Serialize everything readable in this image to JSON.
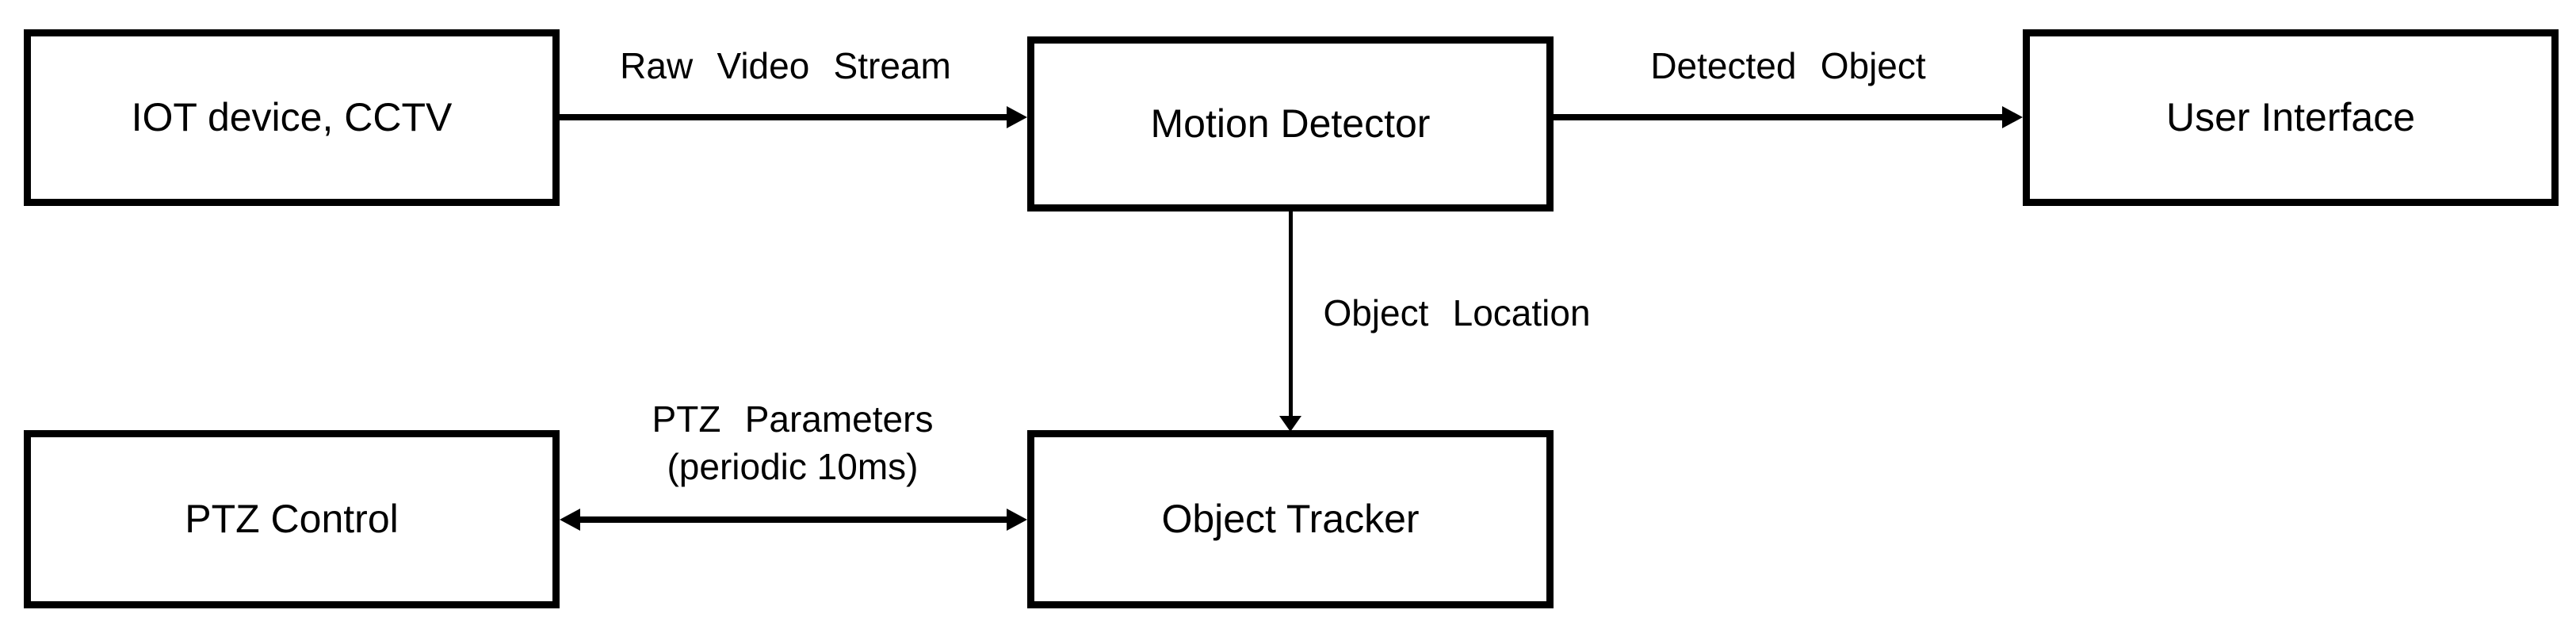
{
  "diagram": {
    "colors": {
      "background": "#ffffff",
      "stroke": "#000000",
      "text": "#000000"
    },
    "nodes": {
      "iot_device": {
        "label": "IOT device, CCTV"
      },
      "motion_detector": {
        "label": "Motion Detector"
      },
      "user_interface": {
        "label": "User Interface"
      },
      "ptz_control": {
        "label": "PTZ Control"
      },
      "object_tracker": {
        "label": "Object Tracker"
      }
    },
    "edges": {
      "raw_video_stream": {
        "label": "Raw Video Stream",
        "from": "iot_device",
        "to": "motion_detector",
        "arrow": "right"
      },
      "detected_object": {
        "label": "Detected Object",
        "from": "motion_detector",
        "to": "user_interface",
        "arrow": "right"
      },
      "object_location": {
        "label": "Object Location",
        "from": "motion_detector",
        "to": "object_tracker",
        "arrow": "down"
      },
      "ptz_parameters": {
        "label_line1": "PTZ Parameters",
        "label_line2": "(periodic 10ms)",
        "from": "object_tracker",
        "to": "ptz_control",
        "arrow": "bidirectional"
      }
    }
  }
}
